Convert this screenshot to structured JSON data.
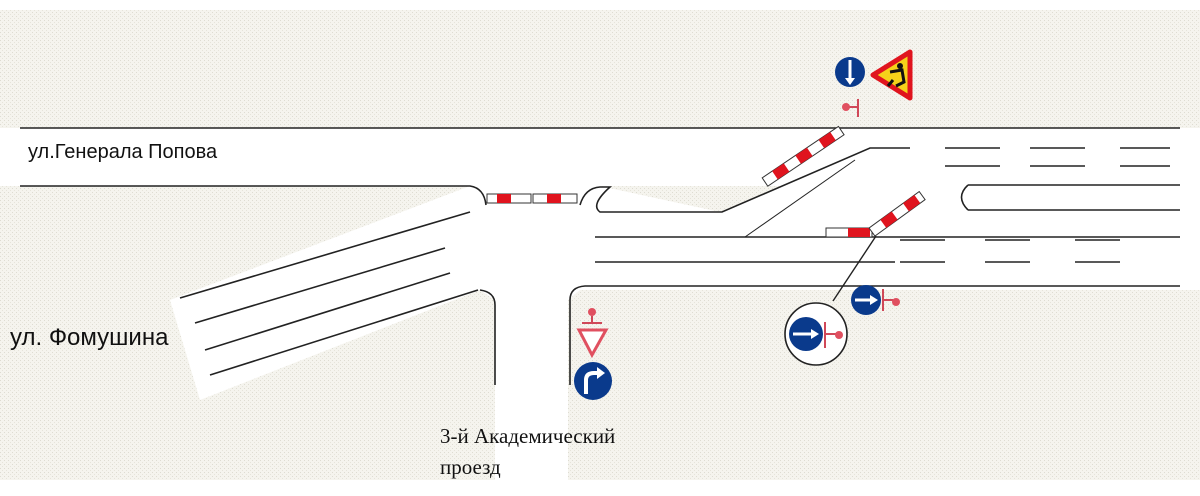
{
  "streets": {
    "general_popov": "ул.Генерала Попова",
    "fomushina": "ул. Фомушина",
    "academic_line1": "3-й Академический",
    "academic_line2": "проезд"
  },
  "signs": [
    {
      "name": "straight-only-down-sign",
      "icon": "arrow-down"
    },
    {
      "name": "road-works-sign",
      "icon": "worker-triangle"
    },
    {
      "name": "yield-sign",
      "icon": "inverted-triangle"
    },
    {
      "name": "turn-right-sign",
      "icon": "arrow-turn-right"
    },
    {
      "name": "straight-only-right-sign",
      "icon": "arrow-right"
    },
    {
      "name": "straight-only-right-sign-detail",
      "icon": "arrow-right"
    }
  ],
  "colors": {
    "background": "#f3f2ea",
    "road": "#ffffff",
    "sign_blue": "#0a3a8c",
    "barrier_red": "#e0141e",
    "post_red": "#e05060",
    "warning_yellow": "#f5d21a"
  }
}
